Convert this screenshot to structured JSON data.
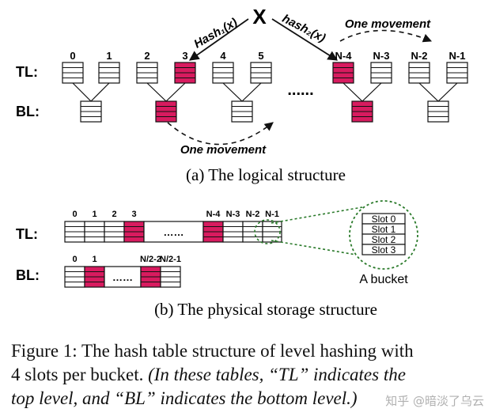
{
  "colors": {
    "filled": "#d81b5f",
    "empty": "#ffffff",
    "stroke": "#111111",
    "zoom": "#2a7a2a"
  },
  "logical": {
    "hash1": "Hash₁(x)",
    "hash2": "hash₂(x)",
    "x_label": "X",
    "movement_top": "One movement",
    "movement_bottom": "One movement",
    "tl_label": "TL:",
    "bl_label": "BL:",
    "ellipsis": "......",
    "tl_indices": [
      "0",
      "1",
      "2",
      "3",
      "4",
      "5",
      "N-4",
      "N-3",
      "N-2",
      "N-1"
    ],
    "highlighted_tl": [
      "3",
      "N-4"
    ],
    "caption": "(a) The logical structure"
  },
  "physical": {
    "tl_label": "TL:",
    "bl_label": "BL:",
    "tl_indices": [
      "0",
      "1",
      "2",
      "3",
      "N-4",
      "N-3",
      "N-2",
      "N-1"
    ],
    "bl_indices": [
      "0",
      "1",
      "N/2-2",
      "N/2-1"
    ],
    "ellipsis": "……",
    "bucket_slots": [
      "Slot 0",
      "Slot 1",
      "Slot 2",
      "Slot 3"
    ],
    "bucket_label": "A bucket",
    "caption": "(b) The physical storage structure"
  },
  "figure_caption": {
    "line1": "Figure 1:  The hash table structure of level hashing with",
    "line2_plain": "4 slots per bucket. ",
    "line2_italic": "(In these tables, “TL” indicates the",
    "line3_italic": "top level, and “BL” indicates the bottom level.)"
  },
  "watermark": "知乎 @暗淡了乌云"
}
